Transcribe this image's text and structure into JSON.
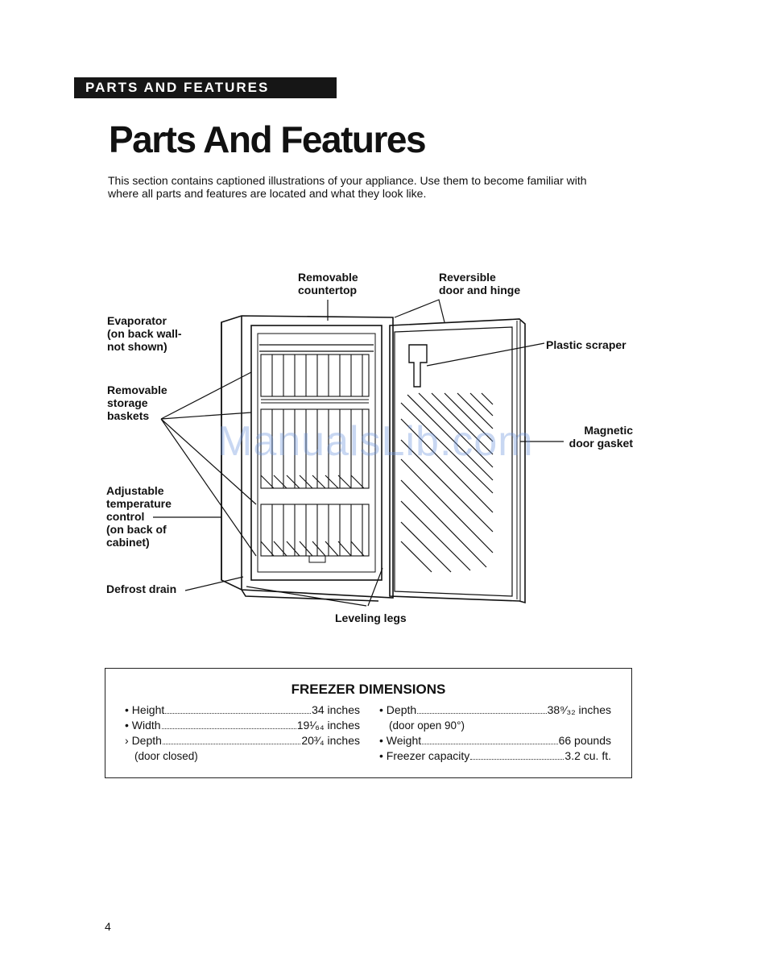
{
  "header": {
    "banner": "PARTS AND FEATURES",
    "title": "Parts And Features",
    "intro_lines": [
      "This section contains captioned illustrations of your appliance. Use them to become familiar with",
      "where all parts and features are located and what they look like."
    ]
  },
  "diagram": {
    "labels": {
      "removable_countertop": [
        "Removable",
        "countertop"
      ],
      "reversible_door": [
        "Reversible",
        "door and hinge"
      ],
      "evaporator": [
        "Evaporator",
        "(on back wall-",
        "not shown)"
      ],
      "plastic_scraper": [
        "Plastic scraper"
      ],
      "storage_baskets": [
        "Removable",
        "storage",
        "baskets"
      ],
      "magnetic_gasket": [
        "Magnetic",
        "door gasket"
      ],
      "temp_control": [
        "Adjustable",
        "temperature",
        "control",
        "(on back of",
        "cabinet)"
      ],
      "defrost_drain": [
        "Defrost drain"
      ],
      "leveling_legs": [
        "Leveling legs"
      ]
    },
    "watermark": "ManualsLib.com"
  },
  "dimensions": {
    "title": "FREEZER DIMENSIONS",
    "left": [
      {
        "bullet": "•",
        "name": "Height",
        "value": "34 inches",
        "note": ""
      },
      {
        "bullet": "•",
        "name": "Width",
        "value": "19¹⁄₆₄ inches",
        "note": ""
      },
      {
        "bullet": "›",
        "name": "Depth",
        "value": "20³⁄₄ inches",
        "note": "(door closed)"
      }
    ],
    "right": [
      {
        "bullet": "•",
        "name": "Depth",
        "value": "38⁹⁄₃₂ inches",
        "note": "(door open 90°)"
      },
      {
        "bullet": "•",
        "name": "Weight",
        "value": "66 pounds",
        "note": ""
      },
      {
        "bullet": "•",
        "name": "Freezer capacity",
        "value": "3.2 cu. ft.",
        "note": ""
      }
    ]
  },
  "footer": {
    "page_number": "4"
  }
}
